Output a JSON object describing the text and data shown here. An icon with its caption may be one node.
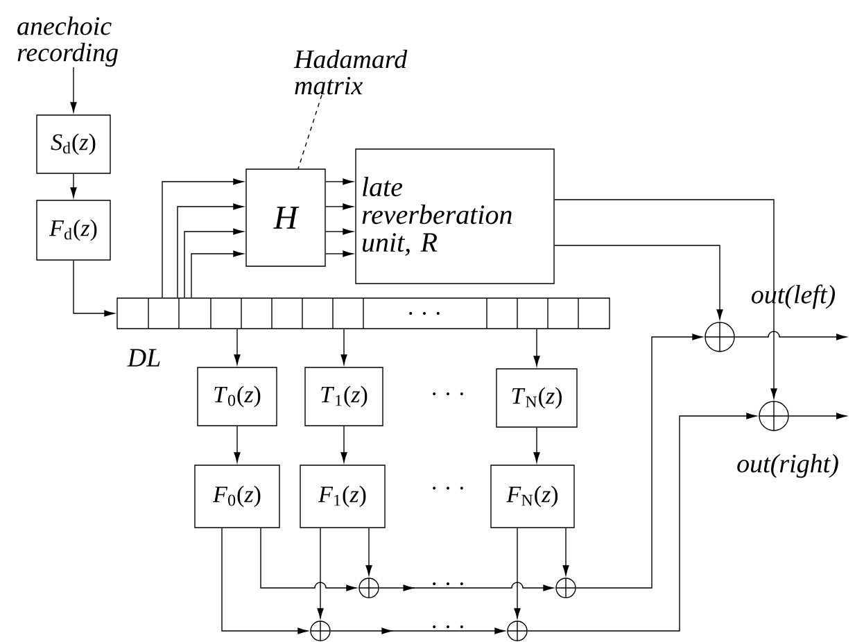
{
  "diagram": {
    "nodes": [
      {
        "text": [
          "anechoic recording"
        ]
      },
      {
        "text": [
          "*S*$_{d}$(*z*)"
        ]
      },
      {
        "text": [
          "*F*$_{d}$(*z*)"
        ]
      },
      {
        "text": [
          "Hadamard matrix"
        ]
      },
      {
        "text": [
          "*H*"
        ]
      },
      {
        "text": [
          "late reverberation unit, R"
        ]
      },
      {
        "text": [
          ". . ."
        ],
        "beside": [
          "DL"
        ]
      },
      {
        "text": [
          "*T*$_{0}$(*z*)"
        ]
      },
      {
        "text": [
          "*T*$_{1}$(*z*)"
        ]
      },
      {
        "text": [
          "*T*$_{N}$(*z*)"
        ]
      },
      {
        "text": [
          "*F*$_{0}$(*z*)"
        ]
      },
      {
        "text": [
          "*F*$_{1}$(*z*)"
        ]
      },
      {
        "text": [
          "*F*$_{N}$(*z*)"
        ]
      },
      {
        "text": [],
        "shape": "circle"
      },
      {
        "text": [],
        "shape": "circle"
      },
      {
        "text": [],
        "shape": "circle"
      },
      {
        "text": [],
        "shape": "circle"
      },
      {
        "text": [],
        "shape": "circle"
      },
      {
        "text": [],
        "shape": "circle"
      }
    ],
    "edges": [
      {
        "from": 0,
        "to": 1,
        "arrow": "to"
      },
      {
        "from": 1,
        "to": 2,
        "arrow": "to"
      },
      {
        "from": 2,
        "to": 6,
        "arrow": "to"
      },
      {
        "from": 6,
        "to": 4,
        "arrow": "to"
      },
      {
        "from": 6,
        "to": 4,
        "arrow": "to"
      },
      {
        "from": 6,
        "to": 4,
        "arrow": "to"
      },
      {
        "from": 6,
        "to": 4,
        "arrow": "to"
      },
      {
        "from": 4,
        "to": 5,
        "arrow": "to"
      },
      {
        "from": 4,
        "to": 5,
        "arrow": "to"
      },
      {
        "from": 4,
        "to": 5,
        "arrow": "to"
      },
      {
        "from": 4,
        "to": 5,
        "arrow": "to"
      },
      {
        "from": 3,
        "to": 4,
        "arrow": "none",
        "style": "dashed"
      },
      {
        "from": 6,
        "to": 7,
        "arrow": "to"
      },
      {
        "from": 6,
        "to": 8,
        "arrow": "to"
      },
      {
        "from": 6,
        "to": 9,
        "arrow": "to"
      },
      {
        "from": 7,
        "to": 10,
        "arrow": "to"
      },
      {
        "from": 8,
        "to": 11,
        "arrow": "to"
      },
      {
        "from": 9,
        "to": 12,
        "arrow": "to"
      },
      {
        "from": 10,
        "to": 13,
        "arrow": "to"
      },
      {
        "from": 11,
        "to": 13,
        "arrow": "to"
      },
      {
        "from": 11,
        "to": 15,
        "arrow": "to"
      },
      {
        "from": 10,
        "to": 15,
        "arrow": "to"
      },
      {
        "from": 13,
        "to": 14,
        "arrow": "to"
      },
      {
        "from": 15,
        "to": 16,
        "arrow": "to"
      },
      {
        "from": 12,
        "to": 16,
        "arrow": "to"
      },
      {
        "from": 12,
        "to": 14,
        "arrow": "to"
      },
      {
        "from": 14,
        "to": 17,
        "arrow": "to"
      },
      {
        "from": 16,
        "to": 18,
        "arrow": "to"
      },
      {
        "from": 5,
        "to": 17,
        "arrow": "to"
      },
      {
        "from": 5,
        "to": 18,
        "arrow": "to"
      },
      {
        "from": 17,
        "to": null,
        "arrow": "to"
      },
      {
        "from": 18,
        "to": null,
        "arrow": "to"
      }
    ],
    "labels": [
      "out(left)",
      "out(right)",
      ". . .",
      ". . .",
      ". . .",
      ". . ."
    ]
  }
}
